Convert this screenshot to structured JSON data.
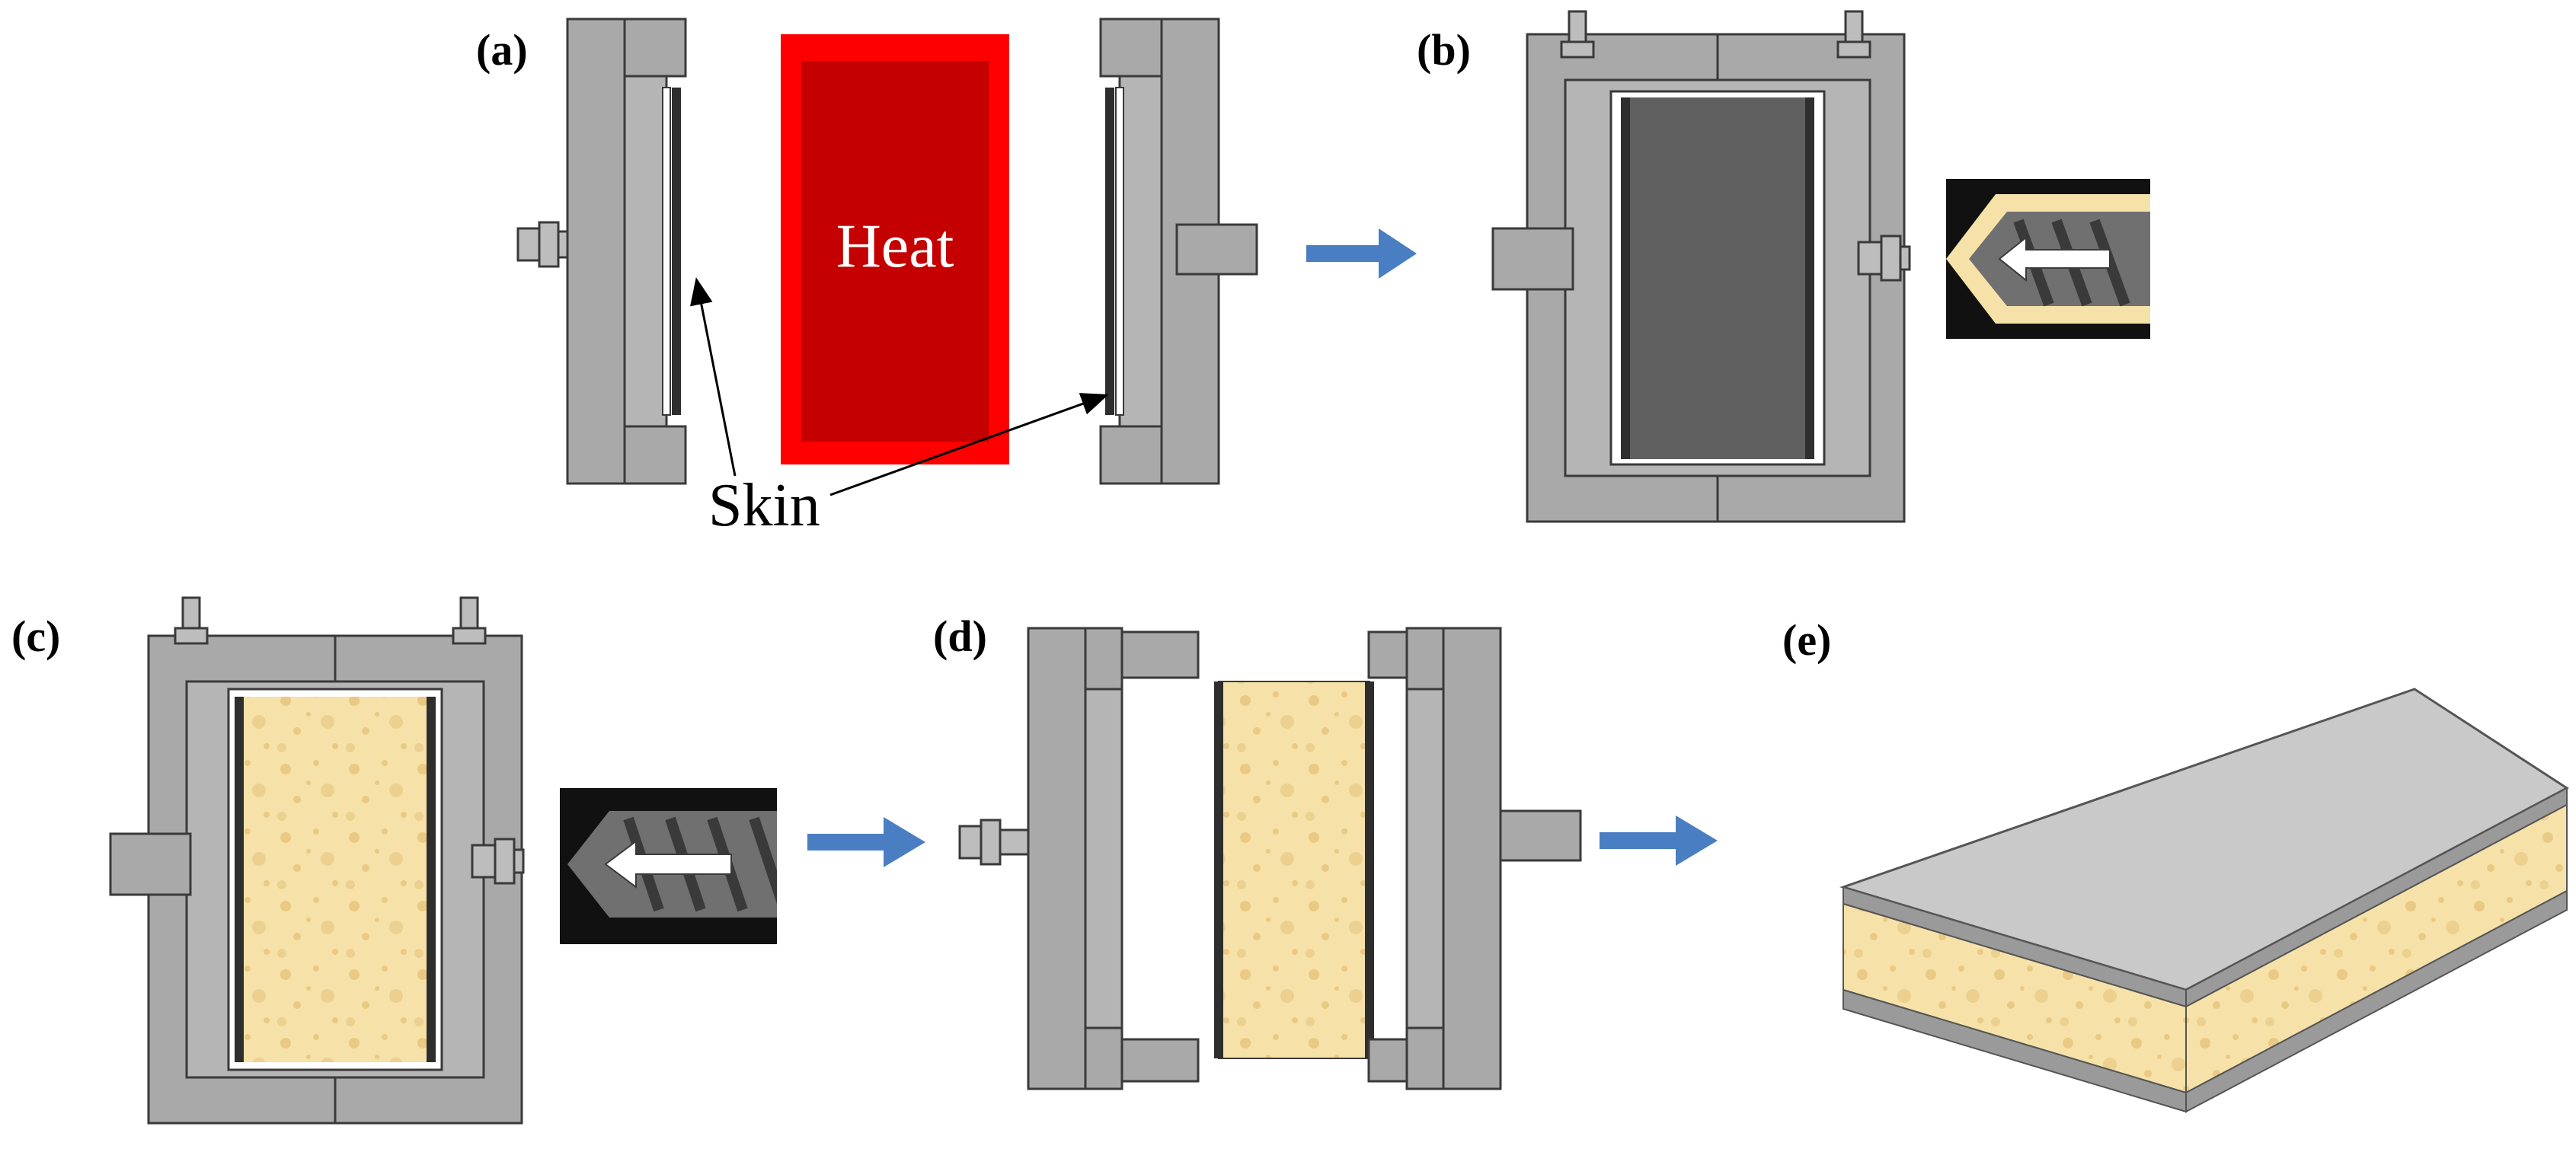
{
  "figure": {
    "panel_labels": {
      "a": "(a)",
      "b": "(b)",
      "c": "(c)",
      "d": "(d)",
      "e": "(e)"
    },
    "heat_label": "Heat",
    "skin_label": "Skin"
  },
  "colors": {
    "mold_gray": "#a9a9a9",
    "mold_dark": "#7d7d7d",
    "outline": "#3a3a3a",
    "heater_red": "#ff0000",
    "heater_inner": "#c40000",
    "foam": "#f6e2a8",
    "foam_bubbles": "#e9c983",
    "skin_dark": "#2e2e2e",
    "arrow_blue": "#4a7ec2",
    "panel_top": "#c9c9c9",
    "cavity_dark": "#606060"
  },
  "icons": [
    "injection-screw-icon",
    "process-arrow-icon"
  ]
}
